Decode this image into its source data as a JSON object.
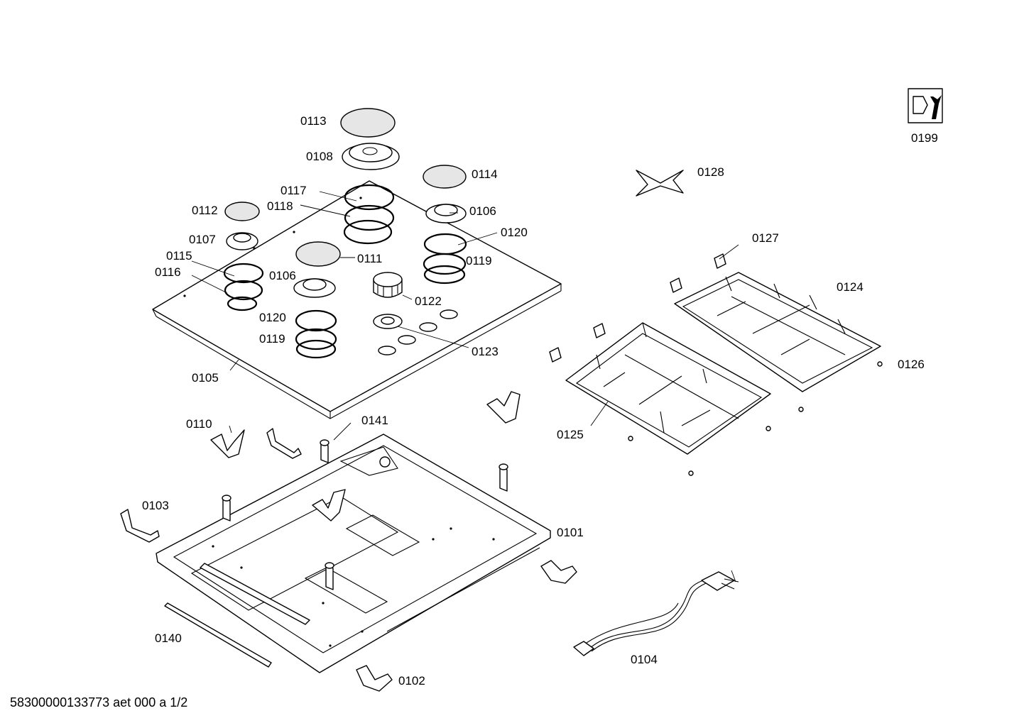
{
  "footer": "58300000133773 aet 000 a 1/2",
  "labels": {
    "p0113": "0113",
    "p0108": "0108",
    "p0114": "0114",
    "p0117": "0117",
    "p0118": "0118",
    "p0112": "0112",
    "p0106a": "0106",
    "p0107": "0107",
    "p0120a": "0120",
    "p0115": "0115",
    "p0116": "0116",
    "p0111": "0111",
    "p0119a": "0119",
    "p0106b": "0106",
    "p0122": "0122",
    "p0120b": "0120",
    "p0119b": "0119",
    "p0123": "0123",
    "p0105": "0105",
    "p0110": "0110",
    "p0141": "0141",
    "p0103": "0103",
    "p0101": "0101",
    "p0140": "0140",
    "p0102": "0102",
    "p0104": "0104",
    "p0199": "0199",
    "p0128": "0128",
    "p0127": "0127",
    "p0124": "0124",
    "p0126": "0126",
    "p0125": "0125"
  },
  "colors": {
    "line": "#000000",
    "background": "#ffffff",
    "mesh_fill": "#e6e6e6"
  },
  "icons": {
    "service_tool": "wrench-icon"
  }
}
